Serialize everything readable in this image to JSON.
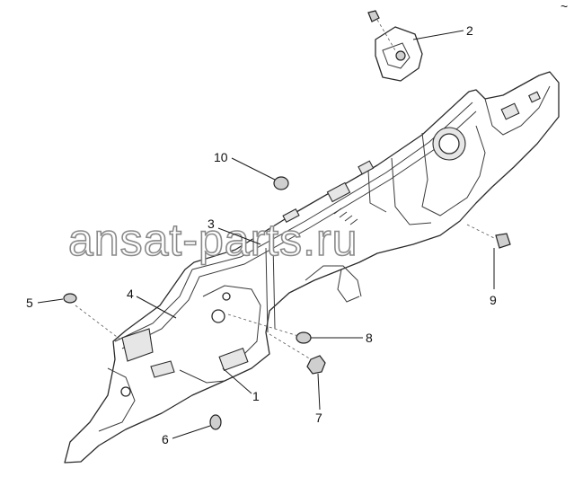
{
  "watermark": "ansat-parts.ru",
  "callouts": [
    {
      "id": "1",
      "label": "1"
    },
    {
      "id": "2",
      "label": "2"
    },
    {
      "id": "3",
      "label": "3"
    },
    {
      "id": "4",
      "label": "4"
    },
    {
      "id": "5",
      "label": "5"
    },
    {
      "id": "6",
      "label": "6"
    },
    {
      "id": "7",
      "label": "7"
    },
    {
      "id": "8",
      "label": "8"
    },
    {
      "id": "9",
      "label": "9"
    },
    {
      "id": "10",
      "label": "10"
    }
  ],
  "corner_mark": "~"
}
